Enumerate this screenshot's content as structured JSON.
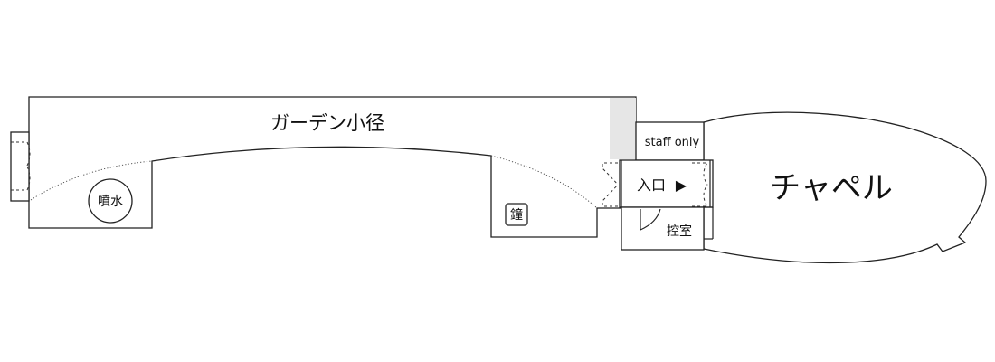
{
  "labels": {
    "garden_path": "ガーデン小径",
    "fountain": "噴水",
    "bell": "鐘",
    "staff_only": "staff only",
    "entrance": "入口",
    "entrance_arrow": "▶",
    "waiting_room": "控室",
    "chapel": "チャペル"
  },
  "colors": {
    "wall": "#222222",
    "shaded_area": "#e6e6e6",
    "background": "#ffffff"
  }
}
